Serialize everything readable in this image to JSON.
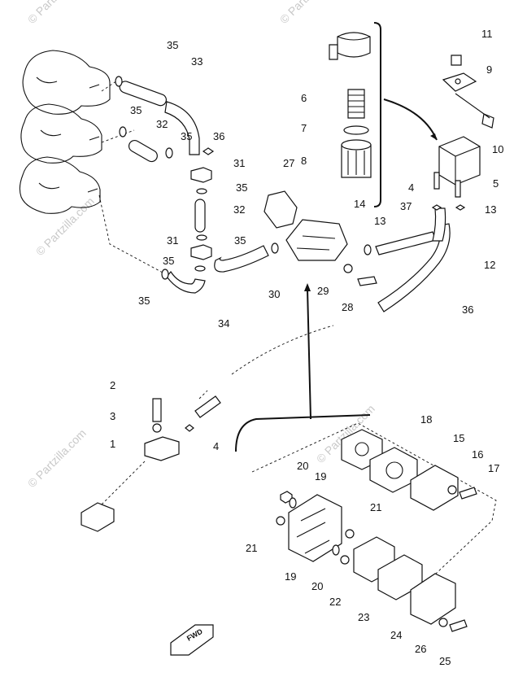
{
  "watermarks": [
    "© Partzilla.com",
    "© Partzilla.com",
    "© Partzilla.com",
    "© Partzilla.com",
    "© Partzilla.com"
  ],
  "fwd_label": "FWD",
  "labels": [
    "35",
    "33",
    "35",
    "32",
    "35",
    "36",
    "31",
    "35",
    "32",
    "31",
    "35",
    "35",
    "35",
    "30",
    "34",
    "27",
    "14",
    "13",
    "37",
    "29",
    "28",
    "36",
    "12",
    "11",
    "9",
    "10",
    "6",
    "7",
    "8",
    "5",
    "4",
    "13",
    "2",
    "3",
    "1",
    "4",
    "18",
    "15",
    "16",
    "17",
    "20",
    "19",
    "21",
    "21",
    "19",
    "20",
    "22",
    "23",
    "24",
    "26",
    "25"
  ]
}
